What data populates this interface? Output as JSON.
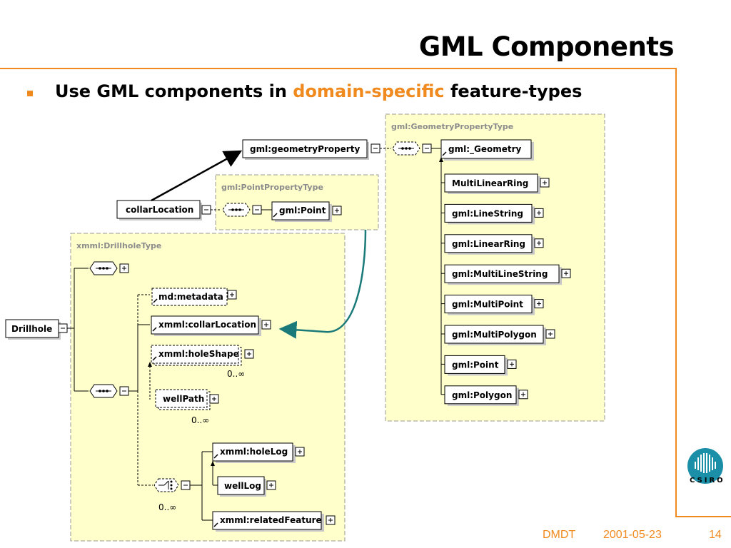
{
  "slide": {
    "title": "GML Components",
    "bullet_prefix": "Use GML components in ",
    "bullet_highlight": "domain-specific",
    "bullet_suffix": " feature-types"
  },
  "footer": {
    "left": "DMDT",
    "date": "2001-05-23",
    "page": "14"
  },
  "logo": {
    "text": "CSIRO"
  },
  "colors": {
    "accent": "#f08a1e",
    "group_fill": "#ffffcc",
    "arrow_teal": "#1a7a7a"
  },
  "diagram": {
    "groups": {
      "geometry_type": "gml:GeometryPropertyType",
      "point_type": "gml:PointPropertyType",
      "drillhole_type": "xmml:DrillholeType"
    },
    "nodes": {
      "geometry_property": "gml:geometryProperty",
      "geometry": "gml:_Geometry",
      "collar_location": "collarLocation",
      "gml_point_ref": "gml:Point",
      "drillhole": "Drillhole",
      "md_metadata": "md:metadata",
      "xmml_collar_location": "xmml:collarLocation",
      "xmml_hole_shape": "xmml:holeShape",
      "well_path": "wellPath",
      "xmml_hole_log": "xmml:holeLog",
      "well_log": "wellLog",
      "xmml_related_feature": "xmml:relatedFeature"
    },
    "cardinalities": {
      "hole_shape": "0..∞",
      "well_path": "0..∞",
      "choice": "0..∞"
    },
    "geometry_types": [
      "MultiLinearRing",
      "gml:LineString",
      "gml:LinearRing",
      "gml:MultiLineString",
      "gml:MultiPoint",
      "gml:MultiPolygon",
      "gml:Point",
      "gml:Polygon"
    ]
  }
}
